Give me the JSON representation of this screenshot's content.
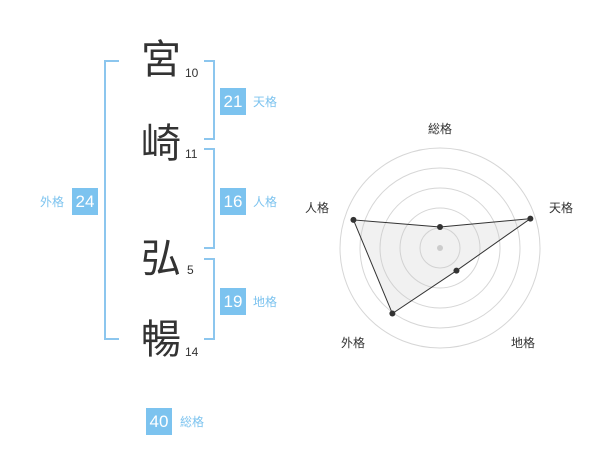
{
  "name": {
    "chars": [
      {
        "char": "宮",
        "strokes": "10"
      },
      {
        "char": "崎",
        "strokes": "11"
      },
      {
        "char": "弘",
        "strokes": "5"
      },
      {
        "char": "暢",
        "strokes": "14"
      }
    ]
  },
  "scores": {
    "tenkaku": {
      "value": "21",
      "label": "天格"
    },
    "jinkaku": {
      "value": "16",
      "label": "人格"
    },
    "chikaku": {
      "value": "19",
      "label": "地格"
    },
    "gaikaku": {
      "value": "24",
      "label": "外格"
    },
    "soukaku": {
      "value": "40",
      "label": "総格"
    }
  },
  "colors": {
    "accent": "#7cc3ef",
    "bracket": "#8cc6ee",
    "text": "#333333"
  },
  "chart_data": {
    "type": "radar",
    "axes": [
      "総格",
      "天格",
      "地格",
      "外格",
      "人格"
    ],
    "levels": 5,
    "values": [
      0.21,
      0.95,
      0.28,
      0.81,
      0.91
    ]
  }
}
